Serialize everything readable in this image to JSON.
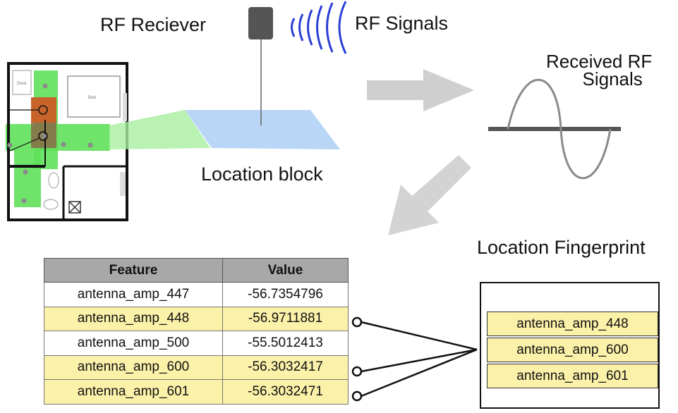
{
  "labels": {
    "rf_receiver": "RF Reciever",
    "rf_signals": "RF Signals",
    "received_rf_line1": "Received RF",
    "received_rf_line2": "Signals",
    "location_block": "Location block",
    "location_fingerprint": "Location Fingerprint"
  },
  "table": {
    "headers": [
      "Feature",
      "Value"
    ],
    "rows": [
      {
        "feature": "antenna_amp_447",
        "value": "-56.7354796",
        "selected": false
      },
      {
        "feature": "antenna_amp_448",
        "value": "-56.9711881",
        "selected": true
      },
      {
        "feature": "antenna_amp_500",
        "value": "-55.5012413",
        "selected": false
      },
      {
        "feature": "antenna_amp_600",
        "value": "-56.3032417",
        "selected": true
      },
      {
        "feature": "antenna_amp_601",
        "value": "-56.3032471",
        "selected": true
      }
    ]
  },
  "fingerprint": {
    "items": [
      "antenna_amp_448",
      "antenna_amp_600",
      "antenna_amp_601"
    ]
  },
  "colors": {
    "highlight_row": "#fbf1a9",
    "header_gray": "#a8a8a8",
    "signal_blue": "#2a3fd6",
    "room_green": "#5fe05a",
    "room_orange": "#c8642a",
    "location_block_blue": "#b9d6f7",
    "arrow_gray": "#cfcfcf"
  }
}
